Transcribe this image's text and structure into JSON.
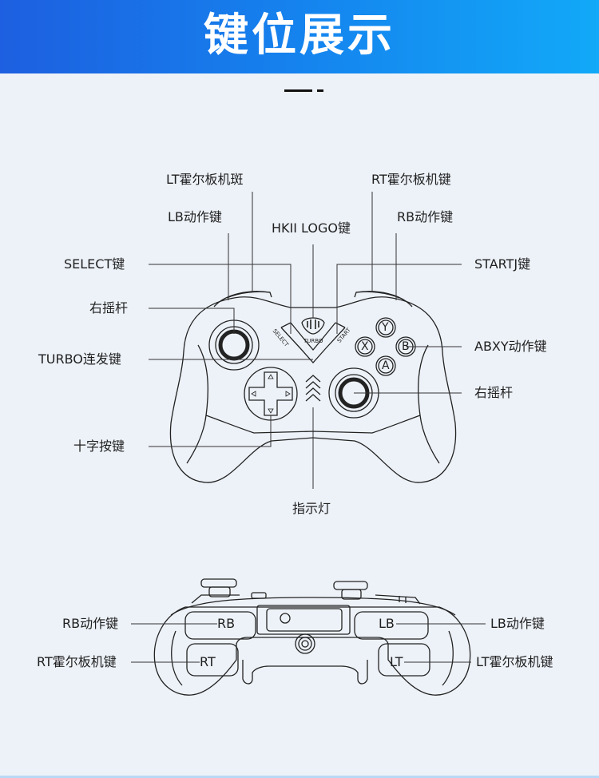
{
  "header": {
    "title": "键位展示"
  },
  "front_view": {
    "labels": {
      "lt": "LT霍尔板机斑",
      "rt": "RT霍尔板机键",
      "lb": "LB动作键",
      "rb": "RB动作键",
      "hkii": "HKII LOGO键",
      "select": "SELECT键",
      "start": "STARTJ键",
      "left_stick": "右摇杆",
      "abxy": "ABXY动作键",
      "turbo": "TURBO连发键",
      "right_stick": "右摇杆",
      "dpad": "十字按键",
      "indicator": "指示灯"
    },
    "controller_text": {
      "select": "SELECT",
      "turbo": "TURBO",
      "start": "START",
      "y": "Y",
      "x": "X",
      "b": "B",
      "a": "A"
    }
  },
  "top_view": {
    "labels": {
      "rb_left": "RB动作键",
      "rt_left": "RT霍尔板机键",
      "lb_right": "LB动作键",
      "lt_right": "LT霍尔板机键"
    },
    "controller_text": {
      "rb": "RB",
      "lb": "LB",
      "rt": "RT",
      "lt": "LT"
    }
  }
}
